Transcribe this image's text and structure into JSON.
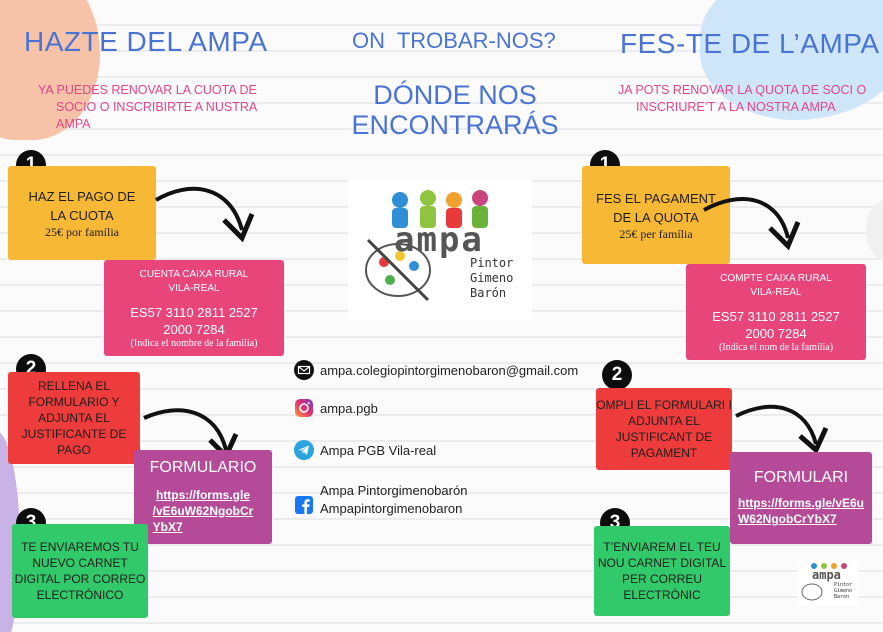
{
  "left": {
    "title": "HAZTE DEL AMPA",
    "subtitle": [
      "YA PUEDES RENOVAR LA CUOTA DE",
      "SOCIO O INSCRIBIRTE A NUSTRA",
      "AMPA"
    ],
    "step1": {
      "number": "1",
      "line1": "HAZ EL PAGO DE",
      "line2": "LA CUOTA",
      "price": "25€ por família"
    },
    "bank": {
      "label1": "CUENTA CAIXA RURAL",
      "label2": "VILA-REAL",
      "iban1": "ES57 3110 2811 2527",
      "iban2": "2000 7284",
      "note": "(Indica el nombre de la familia)"
    },
    "step2": {
      "number": "2",
      "lines": [
        "RELLENA EL",
        "FORMULARIO Y",
        "ADJUNTA EL",
        "JUSTIFICANTE DE",
        "PAGO"
      ]
    },
    "form": {
      "title": "FORMULARIO",
      "link": [
        "https://forms.gle",
        "/vE6uW62NgobCr",
        "YbX7"
      ]
    },
    "step3": {
      "number": "3",
      "lines": [
        "TE ENVIAREMOS TU",
        "NUEVO CARNET",
        "DIGITAL POR CORREO",
        "ELECTRÓNICO"
      ]
    }
  },
  "center": {
    "title1": "ON  TROBAR-NOS?",
    "title2a": "DÓNDE NOS",
    "title2b": "ENCONTRARÁS",
    "logo": {
      "line1": "ampa",
      "line2": "Pintor",
      "line3": "Gimeno",
      "line4": "Barón"
    },
    "contacts": {
      "email": "ampa.colegiopintorgimenobaron@gmail.com",
      "instagram": "ampa.pgb",
      "telegram": "Ampa PGB Vila-real",
      "facebook1": "Ampa Pintorgimenobarón",
      "facebook2": "Ampapintorgimenobaron"
    }
  },
  "right": {
    "title": "FES-TE DE L’AMPA",
    "subtitle": [
      "JA POTS RENOVAR LA QUOTA DE SOCI O",
      "INSCRIURE’T A LA NOSTRA AMPA"
    ],
    "step1": {
      "number": "1",
      "line1": "FES EL PAGAMENT",
      "line2": "DE LA QUOTA",
      "price": "25€ per família"
    },
    "bank": {
      "label1": "COMPTE CAIXA RURAL",
      "label2": "VILA-REAL",
      "iban1": "ES57 3110 2811 2527",
      "iban2": "2000 7284",
      "note": "(Indica el nom de la família)"
    },
    "step2": {
      "number": "2",
      "lines": [
        "OMPLI EL FORMULARI I",
        "ADJUNTA EL",
        "JUSTIFICANT DE",
        "PAGAMENT"
      ]
    },
    "form": {
      "title": "FORMULARI",
      "link": [
        "https://forms.gle/vE6u",
        "W62NgobCrYbX7"
      ]
    },
    "step3": {
      "number": "3",
      "lines": [
        "T’ENVIAREM EL TEU",
        "NOU CARNET DIGITAL",
        "PER CORREU",
        "ELECTRÒNIC"
      ]
    },
    "logo_small": {
      "line1": "ampa",
      "line2": "Pintor",
      "line3": "Gimeno",
      "line4": "Barón"
    }
  },
  "colors": {
    "blue": "#4a74d4",
    "pink_text": "#e0468a",
    "yellow": "#f7b935",
    "pink": "#e8457a",
    "red": "#ee3b3b",
    "purple": "#b44a98",
    "green": "#31c96a"
  }
}
